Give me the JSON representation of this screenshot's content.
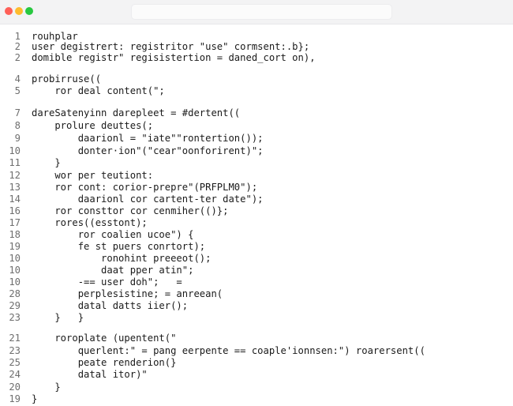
{
  "editor": {
    "lines": [
      {
        "n": "1",
        "text": "rouhplar"
      },
      {
        "n": "2",
        "text": "user degistrert: registritor \"use\" cormsent:.b};"
      },
      {
        "n": "2",
        "text": "domible registr\" regisistertion = daned_cort on),"
      },
      {
        "n": "4",
        "text": "probirruse(("
      },
      {
        "n": "5",
        "text": "    ror deal content(\";"
      },
      {
        "n": "7",
        "text": "dareSatenyinn darepleet = #dertent(("
      },
      {
        "n": "8",
        "text": "    prolure deuttes(;"
      },
      {
        "n": "9",
        "text": "        daarionl = \"iate\"\"rontertion());"
      },
      {
        "n": "10",
        "text": "        donter·ion\"(\"cear\"oonforirent)\";"
      },
      {
        "n": "11",
        "text": "    }"
      },
      {
        "n": "12",
        "text": "    wor per teutiont:"
      },
      {
        "n": "13",
        "text": "    ror cont: corior-prepre\"(PRFPLM0\");"
      },
      {
        "n": "14",
        "text": "        daarionl cor cartent-ter date\");"
      },
      {
        "n": "16",
        "text": "    ror consttor cor cenmiher(()};"
      },
      {
        "n": "17",
        "text": "    rores((esstont);"
      },
      {
        "n": "18",
        "text": "        ror coalien ucoe\") {"
      },
      {
        "n": "19",
        "text": "        fe st puers conrtort);"
      },
      {
        "n": "10",
        "text": "            ronohint preeeot();"
      },
      {
        "n": "10",
        "text": "            daat pper atin\";"
      },
      {
        "n": "10",
        "text": "        -== user doh\";   ="
      },
      {
        "n": "28",
        "text": "        perplesistine; = anreean("
      },
      {
        "n": "29",
        "text": "        datal datts iier();"
      },
      {
        "n": "23",
        "text": "    }   }"
      },
      {
        "n": "21",
        "text": "    roroplate (upentent(\""
      },
      {
        "n": "23",
        "text": "        querlent:\" = pang eerpente == coaple'ionnsen:\") roarersent(("
      },
      {
        "n": "25",
        "text": "        peate renderion(}"
      },
      {
        "n": "24",
        "text": "        datal itor)\""
      },
      {
        "n": "20",
        "text": "    }"
      },
      {
        "n": "19",
        "text": "}"
      }
    ]
  }
}
